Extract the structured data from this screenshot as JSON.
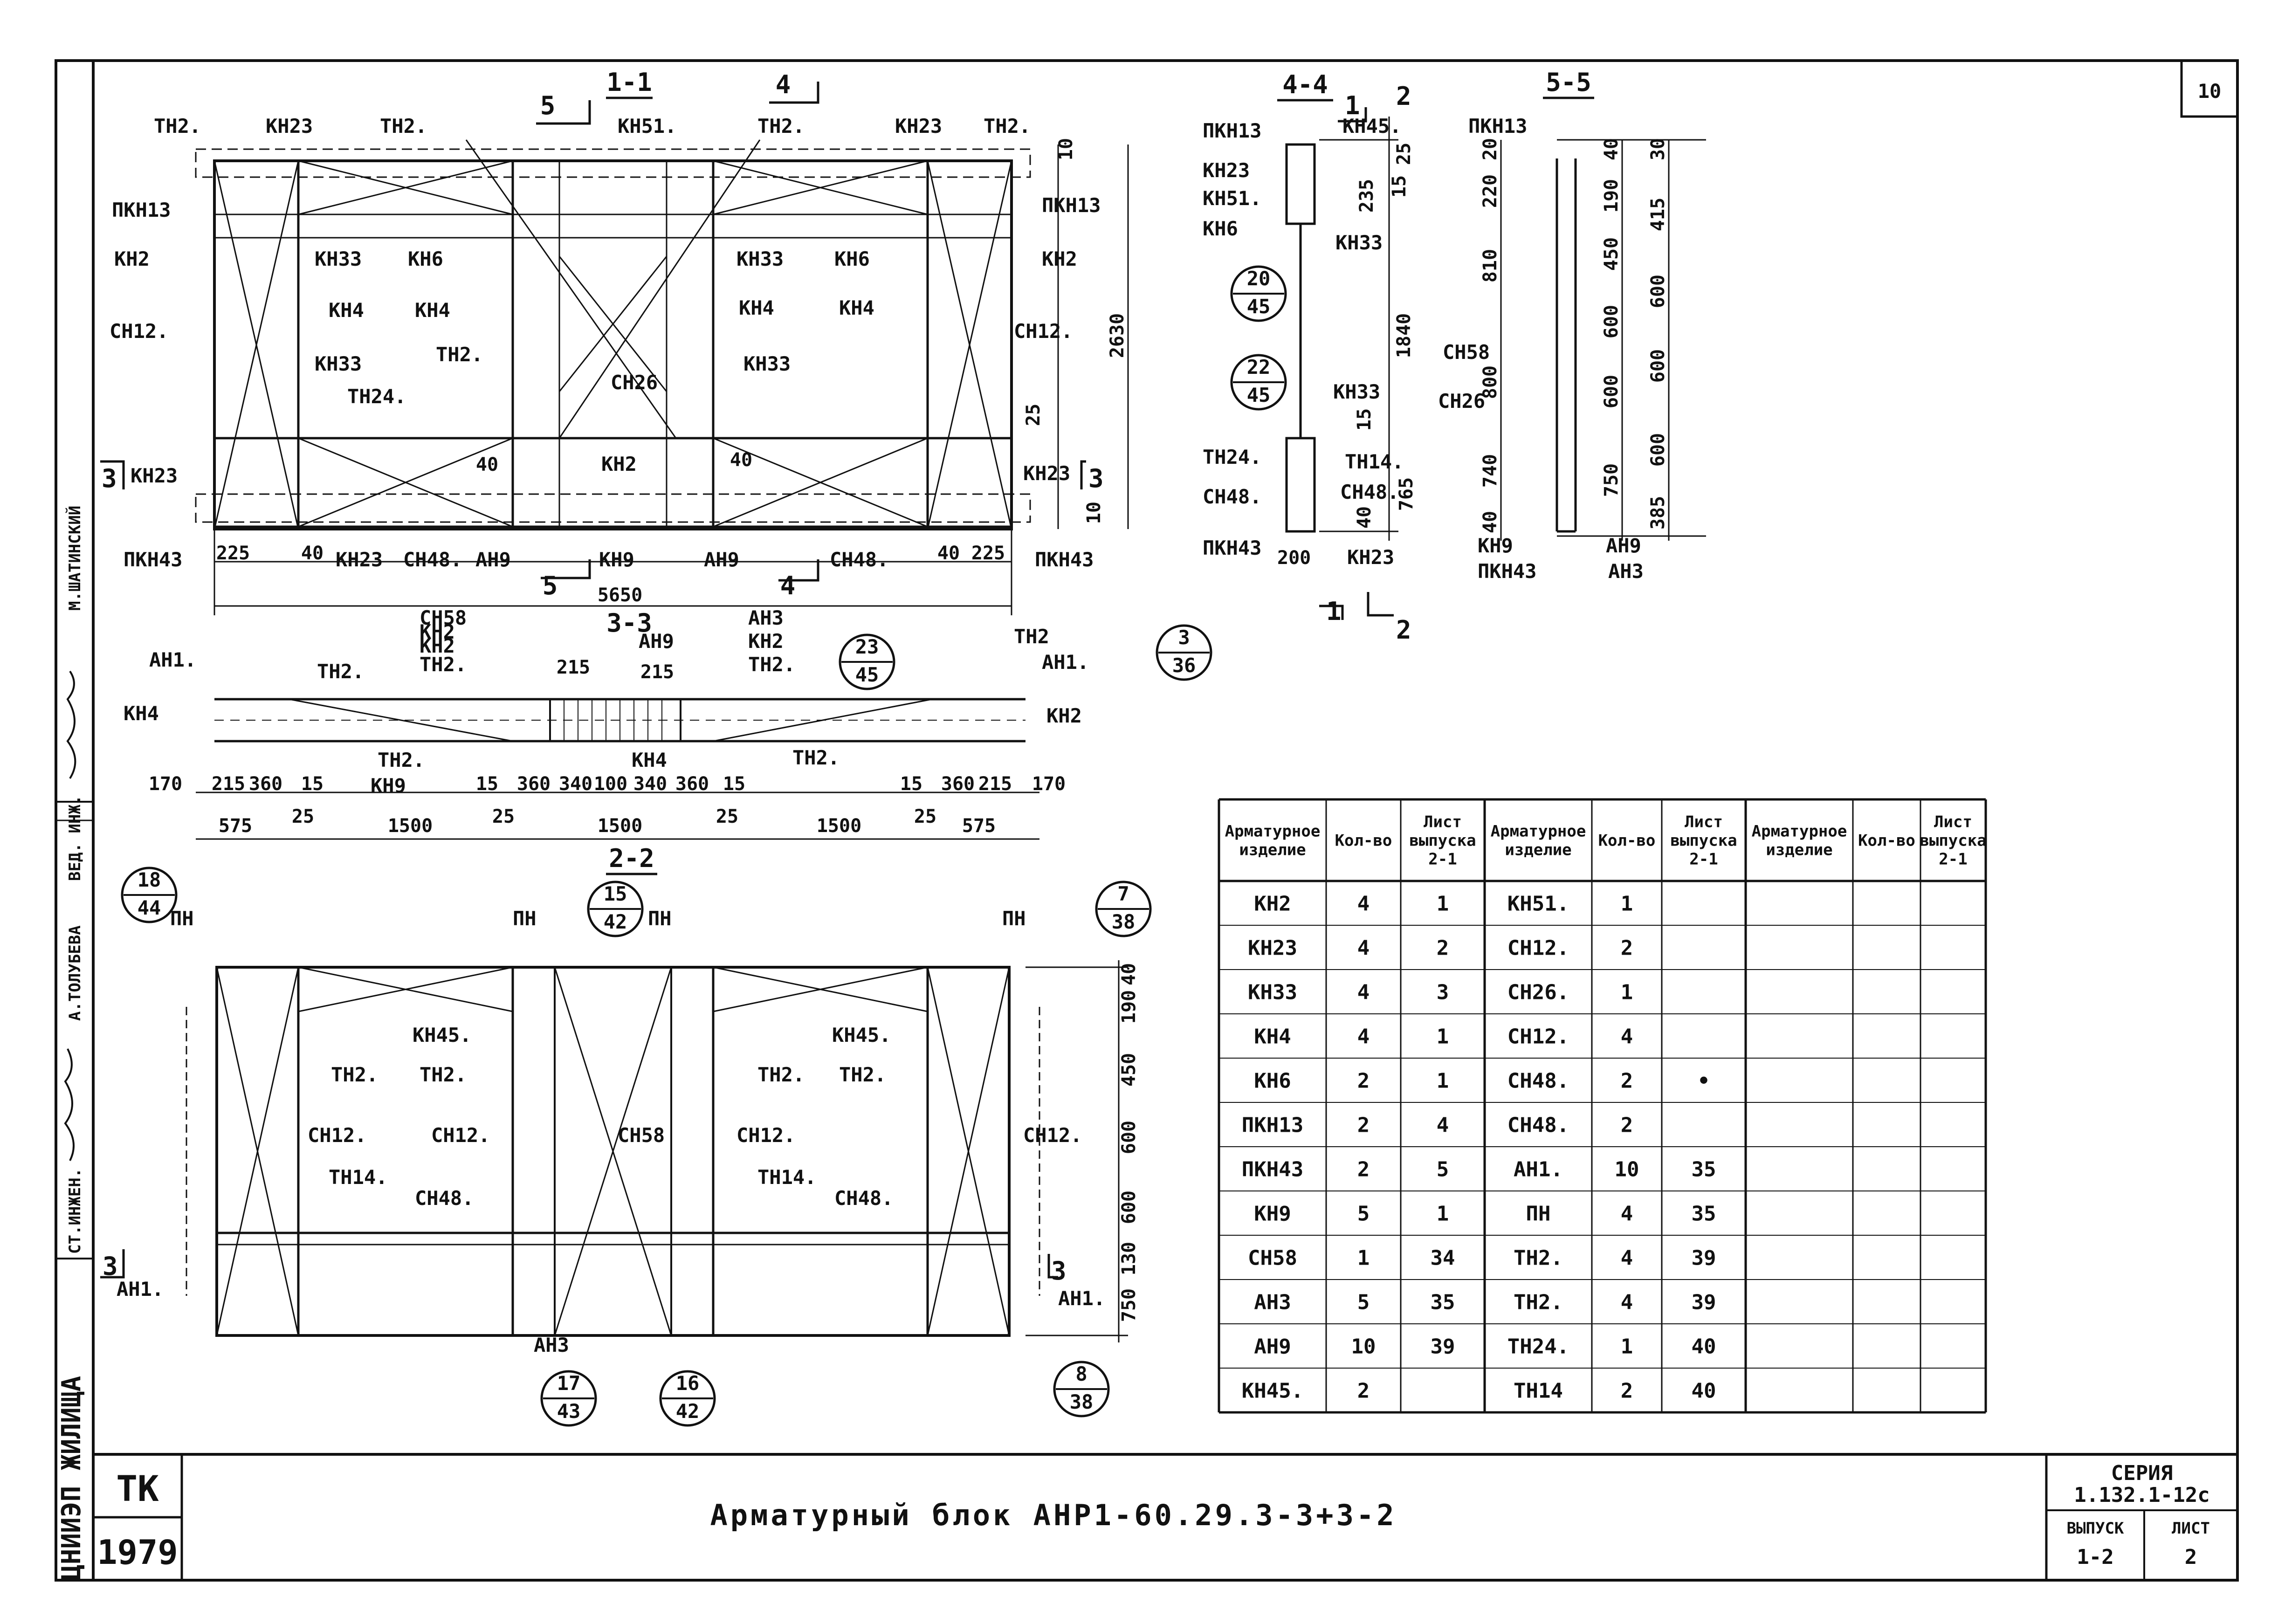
{
  "sheet_number": "10",
  "title": "Арматурный блок АНР1-60.29.3-3+3-2",
  "org_mark": "ТК",
  "year": "1979",
  "institute": "ЦНИИЭП ЖИЛИЩА",
  "signatures": {
    "role1": "СТ.ИНЖЕН.",
    "role2": "ВЕД. ИНЖ.",
    "name1": "А.ТОЛУБЕВА",
    "name2": "М.ШАТИНСКИЙ"
  },
  "series_box": {
    "label": "СЕРИЯ",
    "value": "1.132.1-12с",
    "issue_label": "ВЫПУСК",
    "issue_value": "1-2",
    "sheet_label": "ЛИСТ",
    "sheet_value": "2"
  },
  "views": {
    "v11": {
      "title": "1-1",
      "labels": [
        "ТН2.",
        "КН23",
        "ТН2.",
        "КН51.",
        "ТН2.",
        "КН23",
        "ТН2.",
        "ПКН13",
        "ПКН13",
        "КН2",
        "КН33",
        "КН6",
        "КН33",
        "КН6",
        "КН2",
        "СН12.",
        "КН4",
        "КН4",
        "КН4",
        "КН4",
        "СН12.",
        "КН33",
        "ТН2.",
        "КН33",
        "ТН24.",
        "СН26",
        "КН23",
        "КН2",
        "КН23",
        "ПКН43",
        "КН23",
        "СН48.",
        "АН9",
        "КН9",
        "АН9",
        "СН48.",
        "ПКН43"
      ],
      "dims": [
        "225",
        "40",
        "5650",
        "40",
        "225",
        "2630",
        "10",
        "25",
        "10",
        "40",
        "40"
      ],
      "cut_marks": [
        "5",
        "4",
        "3",
        "3",
        "5",
        "4"
      ]
    },
    "v44": {
      "title": "4-4",
      "labels": [
        "ПКН13",
        "КН23",
        "КН51.",
        "КН6",
        "КН45.",
        "КН33",
        "КН33",
        "ТН24.",
        "СН48.",
        "ПКН43",
        "ТН14.",
        "СН48.",
        "КН23"
      ],
      "dims": [
        "25",
        "235",
        "15",
        "1840",
        "15",
        "765",
        "40",
        "200"
      ],
      "circles": [
        {
          "top": "20",
          "bottom": "45"
        },
        {
          "top": "22",
          "bottom": "45"
        }
      ],
      "cut_marks": [
        "1",
        "2",
        "1",
        "2"
      ]
    },
    "v55": {
      "title": "5-5",
      "labels": [
        "ПКН13",
        "СН58",
        "СН26",
        "КН9",
        "ПКН43",
        "АН9",
        "АН3"
      ],
      "dims_left": [
        "20",
        "220",
        "810",
        "800",
        "740",
        "40"
      ],
      "dims_mid": [
        "40",
        "190",
        "450",
        "600",
        "600",
        "750"
      ],
      "dims_right": [
        "30",
        "415",
        "600",
        "600",
        "600",
        "385"
      ]
    },
    "v33": {
      "title": "3-3",
      "labels": [
        "АН1.",
        "ТН2.",
        "КН2",
        "СН58",
        "КН2",
        "ТН2.",
        "АН9",
        "АН3",
        "КН2",
        "ТН2.",
        "ТН2",
        "АН1.",
        "КН2",
        "КН4",
        "ТН2.",
        "КН9",
        "КН4",
        "ТН2."
      ],
      "dims": [
        "170",
        "215",
        "360",
        "15",
        "15",
        "360",
        "340",
        "100",
        "340",
        "360",
        "15",
        "15",
        "360",
        "215",
        "170",
        "215",
        "215",
        "575",
        "25",
        "1500",
        "25",
        "1500",
        "25",
        "1500",
        "25",
        "575"
      ],
      "circles": [
        {
          "top": "23",
          "bottom": "45"
        },
        {
          "top": "3",
          "bottom": "36"
        }
      ]
    },
    "v22": {
      "title": "2-2",
      "labels": [
        "ПН",
        "ПН",
        "ПН",
        "ПН",
        "КН45.",
        "КН45.",
        "ТН2.",
        "ТН2.",
        "ТН2.",
        "ТН2.",
        "СН12.",
        "СН12.",
        "СН58",
        "СН12.",
        "СН12.",
        "ТН14.",
        "СН48.",
        "ТН14.",
        "СН48.",
        "АН1.",
        "АН1.",
        "АН3"
      ],
      "dims": [
        "40",
        "190",
        "450",
        "600",
        "600",
        "130",
        "750"
      ],
      "circles": [
        {
          "top": "18",
          "bottom": "44"
        },
        {
          "top": "15",
          "bottom": "42"
        },
        {
          "top": "7",
          "bottom": "38"
        },
        {
          "top": "17",
          "bottom": "43"
        },
        {
          "top": "16",
          "bottom": "42"
        },
        {
          "top": "8",
          "bottom": "38"
        }
      ],
      "cut_marks": [
        "3",
        "3"
      ]
    }
  },
  "spec_table": {
    "headers": [
      "Арматурное изделие",
      "Кол-во",
      "Лист выпуска 2-1",
      "Арматурное изделие",
      "Кол-во",
      "Лист выпуска 2-1",
      "Арматурное изделие",
      "Кол-во",
      "Лист выпуска 2-1"
    ],
    "rows": [
      [
        "КН2",
        "4",
        "1",
        "КН51.",
        "1",
        "",
        "",
        "",
        ""
      ],
      [
        "КН23",
        "4",
        "2",
        "СН12.",
        "2",
        "",
        "",
        "",
        ""
      ],
      [
        "КН33",
        "4",
        "3",
        "СН26.",
        "1",
        "",
        "",
        "",
        ""
      ],
      [
        "КН4",
        "4",
        "1",
        "СН12.",
        "4",
        "",
        "",
        "",
        ""
      ],
      [
        "КН6",
        "2",
        "1",
        "СН48.",
        "2",
        "•",
        "",
        "",
        ""
      ],
      [
        "ПКН13",
        "2",
        "4",
        "СН48.",
        "2",
        "",
        "",
        "",
        ""
      ],
      [
        "ПКН43",
        "2",
        "5",
        "АН1.",
        "10",
        "35",
        "",
        "",
        ""
      ],
      [
        "КН9",
        "5",
        "1",
        "ПН",
        "4",
        "35",
        "",
        "",
        ""
      ],
      [
        "СН58",
        "1",
        "34",
        "ТН2.",
        "4",
        "39",
        "",
        "",
        ""
      ],
      [
        "АН3",
        "5",
        "35",
        "ТН2.",
        "4",
        "39",
        "",
        "",
        ""
      ],
      [
        "АН9",
        "10",
        "39",
        "ТН24.",
        "1",
        "40",
        "",
        "",
        ""
      ],
      [
        "КН45.",
        "2",
        "",
        "ТН14",
        "2",
        "40",
        "",
        "",
        ""
      ]
    ]
  }
}
